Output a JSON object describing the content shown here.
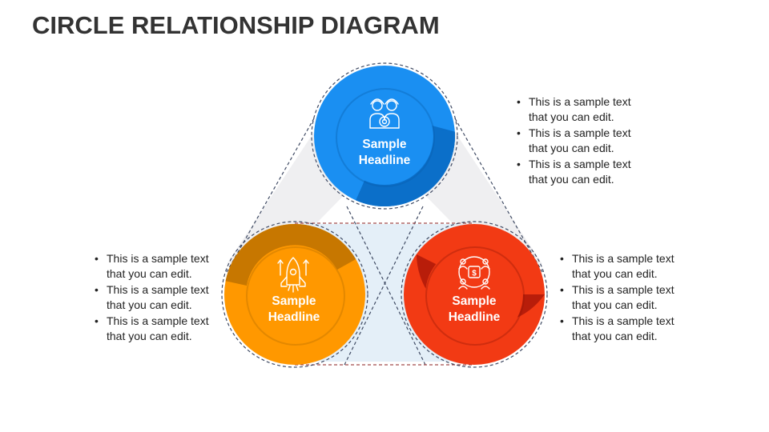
{
  "title": "CIRCLE RELATIONSHIP DIAGRAM",
  "colors": {
    "blue": "#1a8ff2",
    "blue_dark": "#0b6fc9",
    "orange": "#ff9800",
    "orange_dark": "#c77700",
    "red": "#f23a14",
    "red_dark": "#b81d0a",
    "connector_fill": "#efeff1",
    "bottom_fill": "#e4eff8"
  },
  "nodes": [
    {
      "id": "top",
      "color": "blue",
      "icon": "users-target-icon",
      "headline": [
        "Sample",
        "Headline"
      ],
      "bullets": [
        "This is a sample text that you can edit.",
        "This is a sample text that you can edit.",
        "This is a sample text that you can edit."
      ]
    },
    {
      "id": "left",
      "color": "orange",
      "icon": "rocket-icon",
      "headline": [
        "Sample",
        "Headline"
      ],
      "bullets": [
        "This is a sample text that you can edit.",
        "This is a sample text that you can edit.",
        "This is a sample text that you can edit."
      ]
    },
    {
      "id": "right",
      "color": "red",
      "icon": "money-network-icon",
      "headline": [
        "Sample",
        "Headline"
      ],
      "bullets": [
        "This is a sample text that you can edit.",
        "This is a sample text that you can edit.",
        "This is a sample text that you can edit."
      ]
    }
  ]
}
